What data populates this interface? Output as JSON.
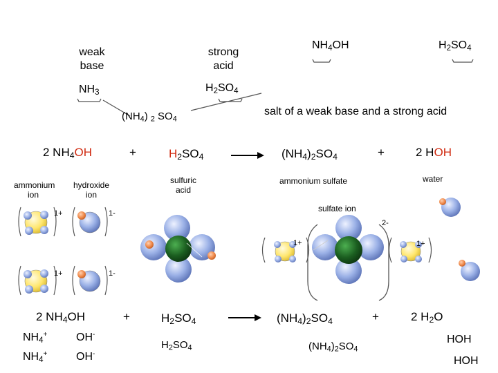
{
  "colors": {
    "red_text": "#d02a10",
    "nitrogen": "#ffe66d",
    "hydrogen": "#9ab0e6",
    "sulfur": "#1b5e20",
    "oxygen": "#f08a4b"
  },
  "top": {
    "weak_base_1": "weak",
    "weak_base_2": "base",
    "strong_acid_1": "strong",
    "strong_acid_2": "acid",
    "nh3": {
      "a": "NH",
      "b": "3"
    },
    "h2so4": {
      "a": "H",
      "b": "2",
      "c": "SO",
      "d": "4"
    },
    "salt_formula": {
      "a": "(NH",
      "b": "4",
      "c": ") ",
      "d": "2",
      "e": " SO",
      "f": "4"
    },
    "nh4oh": {
      "a": "NH",
      "b": "4",
      "c": "OH"
    },
    "h2so4_right": {
      "a": "H",
      "b": "2",
      "c": "SO",
      "d": "4"
    },
    "salt_desc": "salt of a weak base and a strong acid"
  },
  "equation1": {
    "coef": "2 NH",
    "nh4_sub": "4",
    "oh": "OH",
    "plus1": "+",
    "h2so4": {
      "a": "H",
      "b": "2",
      "c": "SO",
      "d": "4"
    },
    "salt": {
      "a": "(NH",
      "b": "4",
      "c": ")",
      "d": "2",
      "e": "SO",
      "f": "4"
    },
    "plus2": "+",
    "water": {
      "a": "2 H",
      "b": "OH"
    }
  },
  "labels": {
    "ammonium_ion_1": "ammonium",
    "ammonium_ion_2": "ion",
    "hydroxide_ion_1": "hydroxide",
    "hydroxide_ion_2": "ion",
    "sulfuric_acid_1": "sulfuric",
    "sulfuric_acid_2": "acid",
    "ammonium_sulfate": "ammonium sulfate",
    "water": "water",
    "sulfate_ion": "sulfate ion"
  },
  "charges": {
    "nh4_top": "1+",
    "oh_top": "1-",
    "nh4_bottom": "1+",
    "oh_bottom": "1-",
    "sulfate": "2-",
    "nh4_left_product": "1+",
    "nh4_right_product": "1+"
  },
  "equation2": {
    "coef": "2 NH",
    "sub": "4",
    "oh": "OH",
    "plus1": "+",
    "h2so4": {
      "a": "H",
      "b": "2",
      "c": "SO",
      "d": "4"
    },
    "salt": {
      "a": "(NH",
      "b": "4",
      "c": ")",
      "d": "2",
      "e": "SO",
      "f": "4"
    },
    "plus2": "+",
    "water": {
      "a": "2 H",
      "b": "2",
      "c": "O"
    }
  },
  "bottom": {
    "nh4_1": {
      "a": "NH",
      "b": "4",
      "c": "+"
    },
    "nh4_2": {
      "a": "NH",
      "b": "4",
      "c": "+"
    },
    "oh_1": {
      "a": "OH",
      "b": "-"
    },
    "oh_2": {
      "a": "OH",
      "b": "-"
    },
    "h2so4": {
      "a": "H",
      "b": "2",
      "c": "SO",
      "d": "4"
    },
    "salt": {
      "a": "(NH",
      "b": "4",
      "c": ")",
      "d": "2",
      "e": "SO",
      "f": "4"
    },
    "hoh_1": "HOH",
    "hoh_2": "HOH"
  }
}
